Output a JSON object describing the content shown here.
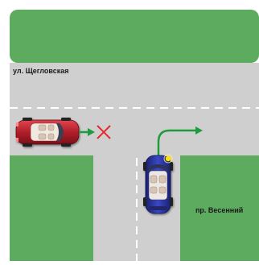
{
  "streets": {
    "horizontal_name": "ул. Щегловская",
    "vertical_name": "пр. Весенний"
  },
  "vehicles": [
    {
      "role": "car-approaching-left",
      "color": "#b21f2a",
      "direction": "east"
    },
    {
      "role": "car-turning-right",
      "color": "#28349a",
      "direction": "north",
      "turn_signal": "right"
    }
  ],
  "markers": {
    "forbidden_mark": "red-cross-icon",
    "allowed_path": "green-turn-arrow-icon"
  },
  "colors": {
    "grass": "#5cab5f",
    "road": "#cfcfcf",
    "lane_marking": "#ffffff",
    "arrow": "#1f9a3e",
    "cross": "#e8272e",
    "signal": "#ffe000"
  }
}
